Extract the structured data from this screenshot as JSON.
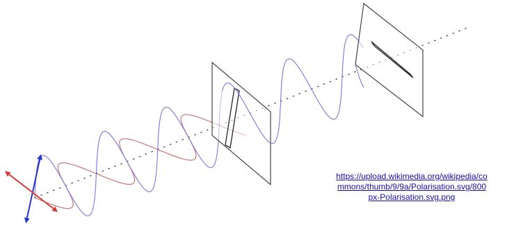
{
  "source": {
    "lines": [
      "https://upload.wikimedia.org/wikipedia/co",
      "mmons/thumb/9/9a/Polarisation.svg/800",
      "px-Polarisation.svg.png"
    ]
  },
  "colors": {
    "wave_blue": "#7b76d8",
    "wave_red": "#c46a6a",
    "vector_blue": "#2236c8",
    "vector_red": "#d43a3a",
    "frame": "#444444",
    "background": "#ffffff"
  },
  "icons": {
    "vertical_vector": "double-headed-arrow",
    "horizontal_vector": "double-headed-arrow"
  }
}
